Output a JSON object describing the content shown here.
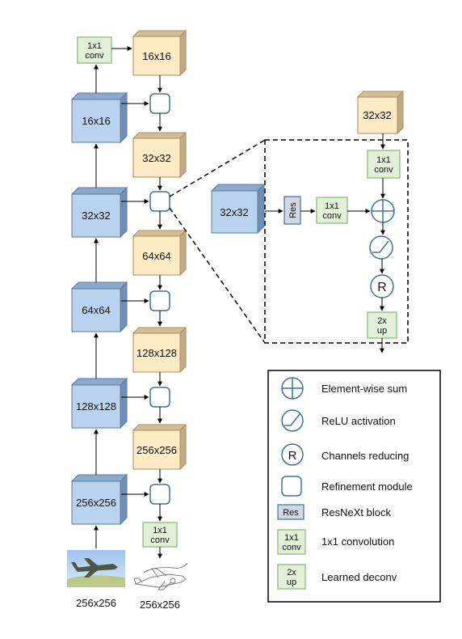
{
  "encoder_blocks": [
    {
      "label": "256x256"
    },
    {
      "label": "128x128"
    },
    {
      "label": "64x64"
    },
    {
      "label": "32x32"
    },
    {
      "label": "16x16"
    }
  ],
  "decoder_blocks": [
    {
      "label": "16x16"
    },
    {
      "label": "32x32"
    },
    {
      "label": "64x64"
    },
    {
      "label": "128x128"
    },
    {
      "label": "256x256"
    }
  ],
  "conv_top": {
    "line1": "1x1",
    "line2": "conv"
  },
  "conv_bottom": {
    "line1": "1x1",
    "line2": "conv"
  },
  "input_caption": "256x256",
  "output_caption": "256x256",
  "detail": {
    "input_block": "32x32",
    "top_block": "32x32",
    "res_label": "Res",
    "conv_mid": {
      "line1": "1x1",
      "line2": "conv"
    },
    "conv_top": {
      "line1": "1x1",
      "line2": "conv"
    },
    "r_label": "R",
    "up": {
      "line1": "2x",
      "line2": "up"
    }
  },
  "legend": {
    "items": [
      {
        "icon": "sum-icon",
        "label": "Element-wise sum"
      },
      {
        "icon": "relu-icon",
        "label": "ReLU activation"
      },
      {
        "icon": "r-circle-icon",
        "label": "Channels reducing",
        "symbol": "R"
      },
      {
        "icon": "refinement-icon",
        "label": "Refinement module"
      },
      {
        "icon": "res-icon",
        "label": "ResNeXt block",
        "symbol": "Res"
      },
      {
        "icon": "conv-icon",
        "label": "1x1 convolution",
        "line1": "1x1",
        "line2": "conv"
      },
      {
        "icon": "up-icon",
        "label": "Learned deconv",
        "line1": "2x",
        "line2": "up"
      }
    ]
  },
  "colors": {
    "blue_front": "#b9d3ee",
    "blue_top": "#8aa9cc",
    "blue_side": "#6f8fb6",
    "tan_front": "#fcebc4",
    "tan_top": "#d4bd96",
    "tan_side": "#c4aa80",
    "green_fill": "#e2f0d8",
    "green_stroke": "#9cc38a",
    "gray_fill": "#cfd8e4",
    "circle_stroke": "#41719c"
  }
}
